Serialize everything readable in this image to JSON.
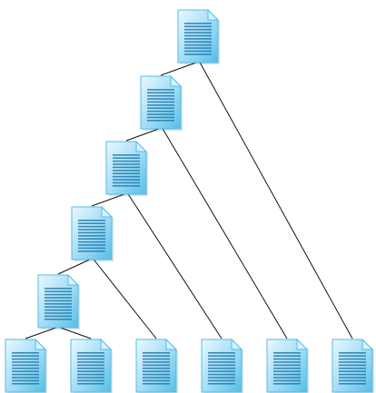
{
  "diagram": {
    "colors": {
      "page_light": "#e9f8ff",
      "page_mid": "#9fdcf5",
      "page_dark": "#55bde6",
      "fold": "#d6f3ff",
      "text_lines": "#2a7fb0",
      "edge": "#111111"
    },
    "nodes": [
      {
        "id": "n1",
        "icon": "document-icon"
      },
      {
        "id": "n2",
        "icon": "document-icon"
      },
      {
        "id": "n3",
        "icon": "document-icon"
      },
      {
        "id": "n4",
        "icon": "document-icon"
      },
      {
        "id": "n5",
        "icon": "document-icon"
      },
      {
        "id": "n6",
        "icon": "document-icon"
      },
      {
        "id": "n7",
        "icon": "document-icon"
      },
      {
        "id": "n8",
        "icon": "document-icon"
      },
      {
        "id": "n9",
        "icon": "document-icon"
      },
      {
        "id": "n10",
        "icon": "document-icon"
      },
      {
        "id": "n11",
        "icon": "document-icon"
      }
    ],
    "edges": [
      {
        "from": "n1",
        "to": "n2"
      },
      {
        "from": "n1",
        "to": "n11"
      },
      {
        "from": "n2",
        "to": "n3"
      },
      {
        "from": "n2",
        "to": "n10"
      },
      {
        "from": "n3",
        "to": "n4"
      },
      {
        "from": "n3",
        "to": "n9"
      },
      {
        "from": "n4",
        "to": "n5"
      },
      {
        "from": "n4",
        "to": "n8"
      },
      {
        "from": "n5",
        "to": "n6"
      },
      {
        "from": "n5",
        "to": "n7"
      }
    ]
  }
}
